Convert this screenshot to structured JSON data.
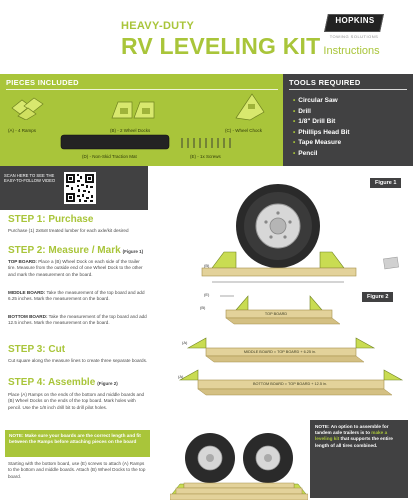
{
  "header": {
    "kicker": "HEAVY-DUTY",
    "title": "RV LEVELING KIT",
    "subtitle": "Instructions",
    "brand": "HOPKINS",
    "brand_tagline": "TOWING SOLUTIONS"
  },
  "pieces": {
    "title": "PIECES INCLUDED",
    "items": [
      {
        "label": "(A) - 4 Ramps"
      },
      {
        "label": "(B) - 2 Wheel Docks"
      },
      {
        "label": "(C) - Wheel Chock"
      },
      {
        "label": "(D) - Non-Skid Traction Mat"
      },
      {
        "label": "(E) - 1x Screws"
      }
    ]
  },
  "tools": {
    "title": "TOOLS REQUIRED",
    "items": [
      "Circular Saw",
      "Drill",
      "1/8\" Drill Bit",
      "Phillips Head Bit",
      "Tape Measure",
      "Pencil"
    ]
  },
  "qr": {
    "text": "SCAN HERE to see the easy-to-follow video"
  },
  "steps": [
    {
      "title": "STEP 1: Purchase",
      "fig_ref": "",
      "body": "Purchase (1) 2x8x8 treated lumber for each axle/kit desired"
    },
    {
      "title": "STEP 2: Measure / Mark",
      "fig_ref": "(Figure 1)",
      "p1_label": "TOP BOARD:",
      "p1": " Place a (B) Wheel Dock on each side of the trailer tire. Measure from the outside end of one Wheel Dock to the other and mark the measurement on the board.",
      "p2_label": "MIDDLE BOARD:",
      "p2": " Take the measurement of the top board and add 6.25 inches. Mark the measurement on the board.",
      "p3_label": "BOTTOM BOARD:",
      "p3": " Take the measurement of the top board and add 12.5 inches. Mark the measurement on the board."
    },
    {
      "title": "STEP 3: Cut",
      "fig_ref": "",
      "body": "Cut square along the measure lines to create three separate boards."
    },
    {
      "title": "STEP 4: Assemble",
      "fig_ref": "(Figure 2)",
      "body": "Place (A) Ramps on the ends of the bottom and middle boards and (B) Wheel Docks on the ends of the top board. Mark holes with pencil. Use the 1/8 inch drill bit to drill pilot holes.",
      "note": "NOTE: Make sure your boards are the correct length and fit between the Ramps before attaching pieces on the board",
      "body2": "Starting with the bottom board, use (E) screws to attach (A) Ramps to the bottom and middle boards. Attach (B) Wheel Docks to the top board."
    }
  ],
  "figure1": {
    "tag": "Figure 1",
    "label_b": "(B)"
  },
  "figure2": {
    "tag": "Figure 2",
    "label_e": "(E)",
    "label_b": "(B)",
    "label_a1": "(A)",
    "label_a2": "(A)",
    "top_board": "TOP BOARD",
    "middle_board": "MIDDLE BOARD = TOP BOARD + 6.25 in.",
    "bottom_board": "BOTTOM BOARD = TOP BOARD + 12.5 in."
  },
  "tandem_note": {
    "lead": "NOTE: An option to assemble for tandem axle trailers is to",
    "highlight": " make a leveling kit",
    "rest": " that supports the entire length of all tires combined."
  },
  "colors": {
    "accent": "#a9c53a",
    "dark": "#414142",
    "wood": "#e3d29a"
  }
}
